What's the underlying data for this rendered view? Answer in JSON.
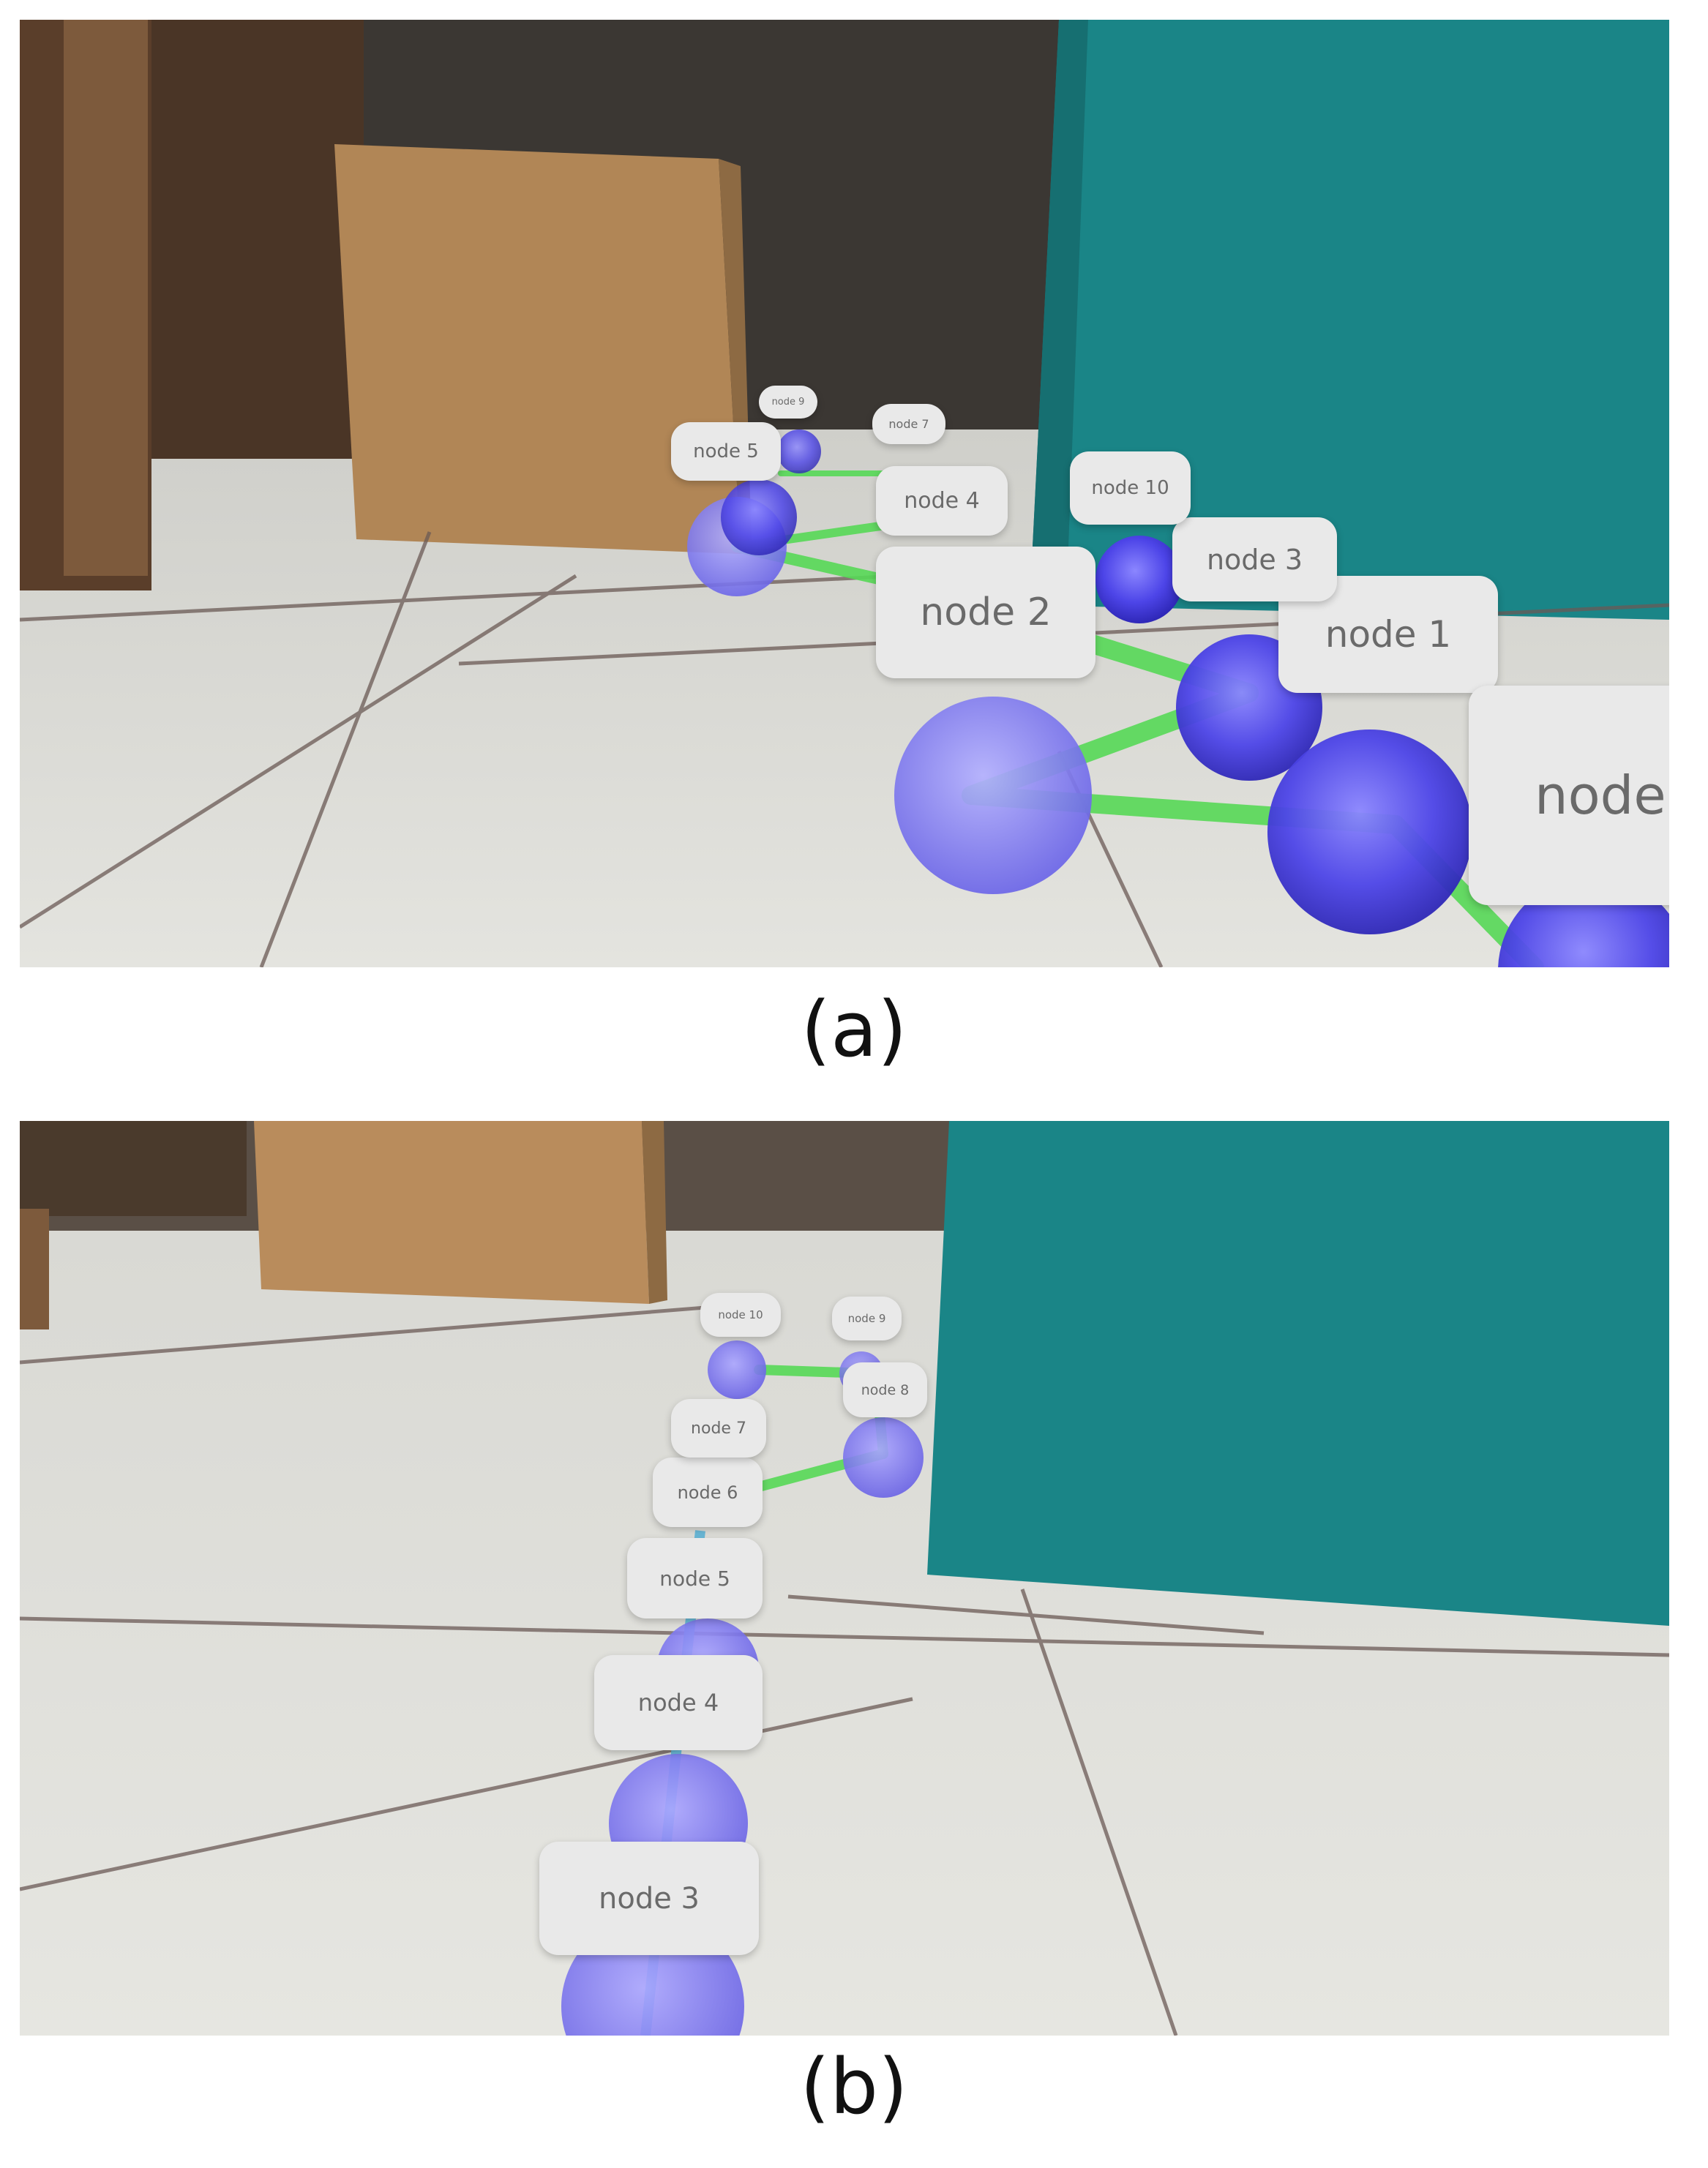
{
  "figure": {
    "panels": [
      {
        "id": "a",
        "caption": "(a)",
        "nodes": [
          {
            "label": "node 1"
          },
          {
            "label": "node 2"
          },
          {
            "label": "node 3"
          },
          {
            "label": "node 4"
          },
          {
            "label": "node 5"
          },
          {
            "label": "node 7"
          },
          {
            "label": "node 9"
          },
          {
            "label": "node 10"
          },
          {
            "label": "node"
          }
        ]
      },
      {
        "id": "b",
        "caption": "(b)",
        "nodes": [
          {
            "label": "node 3"
          },
          {
            "label": "node 4"
          },
          {
            "label": "node 5"
          },
          {
            "label": "node 6"
          },
          {
            "label": "node 7"
          },
          {
            "label": "node 8"
          },
          {
            "label": "node 9"
          },
          {
            "label": "node 10"
          }
        ]
      }
    ]
  },
  "colors": {
    "sphere": "#5a52e6",
    "link": "#57d957",
    "label_bg": "#e9e9e9",
    "wall": "#1a8a8c",
    "box": "#b58a5a",
    "floor": "#dcdcd6"
  }
}
